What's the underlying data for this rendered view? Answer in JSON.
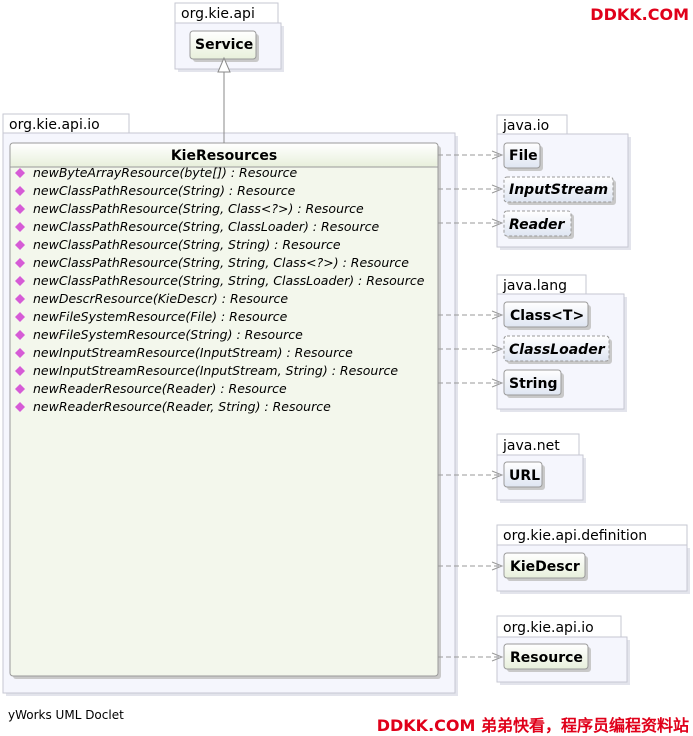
{
  "watermark_top": "DDKK.COM",
  "watermark_bottom": "DDKK.COM 弟弟快看，程序员编程资料站",
  "footer_label": "yWorks UML Doclet",
  "colors": {
    "package_bg": "#f5f6fd",
    "class_bg": "#f3f7ec",
    "class_border": "#9a9a9a",
    "method_icon": "#d65bd6",
    "watermark": "#e0001a"
  },
  "packages": {
    "org_kie_api": {
      "name": "org.kie.api",
      "classes": [
        "Service"
      ]
    },
    "org_kie_api_io_main": {
      "name": "org.kie.api.io"
    },
    "java_io": {
      "name": "java.io",
      "classes": [
        "File",
        "InputStream",
        "Reader"
      ]
    },
    "java_lang": {
      "name": "java.lang",
      "classes": [
        "Class<T>",
        "ClassLoader",
        "String"
      ]
    },
    "java_net": {
      "name": "java.net",
      "classes": [
        "URL"
      ]
    },
    "org_kie_api_definition": {
      "name": "org.kie.api.definition",
      "classes": [
        "KieDescr"
      ]
    },
    "org_kie_api_io_right": {
      "name": "org.kie.api.io",
      "classes": [
        "Resource"
      ]
    }
  },
  "main_class": {
    "name": "KieResources",
    "methods": [
      "newByteArrayResource(byte[]) : Resource",
      "newClassPathResource(String) : Resource",
      "newClassPathResource(String, Class<?>) : Resource",
      "newClassPathResource(String, ClassLoader) : Resource",
      "newClassPathResource(String, String) : Resource",
      "newClassPathResource(String, String, Class<?>) : Resource",
      "newClassPathResource(String, String, ClassLoader) : Resource",
      "newDescrResource(KieDescr) : Resource",
      "newFileSystemResource(File) : Resource",
      "newFileSystemResource(String) : Resource",
      "newInputStreamResource(InputStream) : Resource",
      "newInputStreamResource(InputStream, String) : Resource",
      "newReaderResource(Reader) : Resource",
      "newReaderResource(Reader, String) : Resource"
    ]
  }
}
